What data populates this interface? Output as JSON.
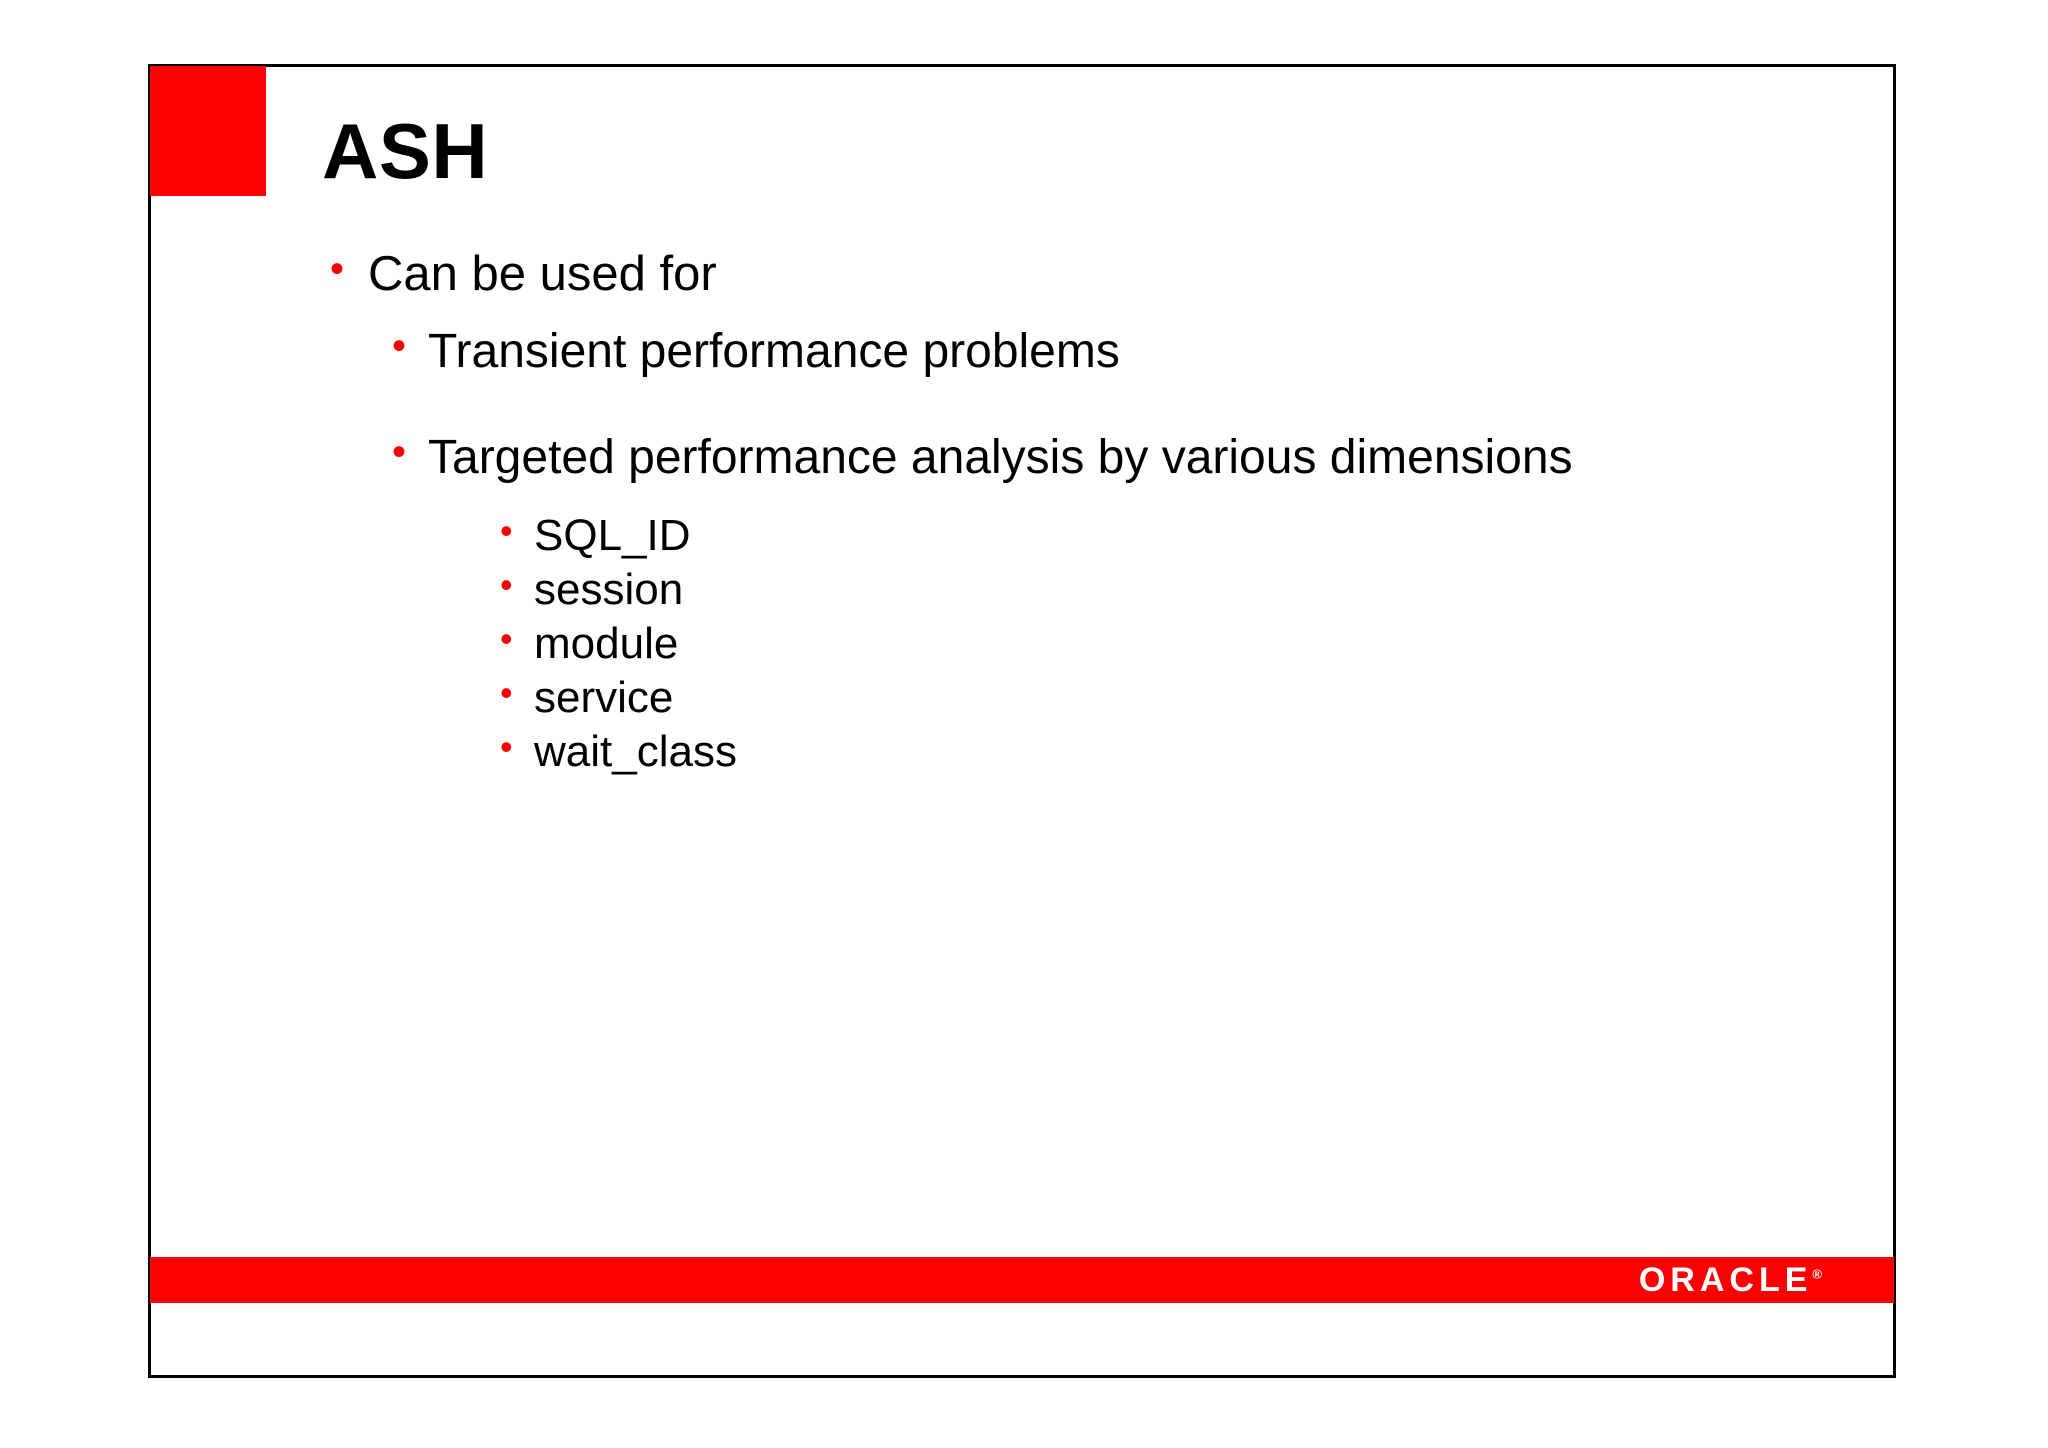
{
  "slide": {
    "title": "ASH",
    "colors": {
      "accent_red": "#fc0000",
      "text_black": "#000000",
      "background": "#ffffff",
      "border": "#000000"
    },
    "bullet_glyph": "•",
    "content": [
      {
        "level": 1,
        "text": "Can be used for"
      },
      {
        "level": 2,
        "text": "Transient performance problems"
      },
      {
        "level": 2,
        "text": "Targeted performance analysis by various dimensions"
      },
      {
        "level": 3,
        "text": "SQL_ID"
      },
      {
        "level": 3,
        "text": "session"
      },
      {
        "level": 3,
        "text": "module"
      },
      {
        "level": 3,
        "text": "service"
      },
      {
        "level": 3,
        "text": "wait_class"
      }
    ]
  },
  "footer": {
    "logo_text": "ORACLE",
    "registered_mark": "®"
  }
}
